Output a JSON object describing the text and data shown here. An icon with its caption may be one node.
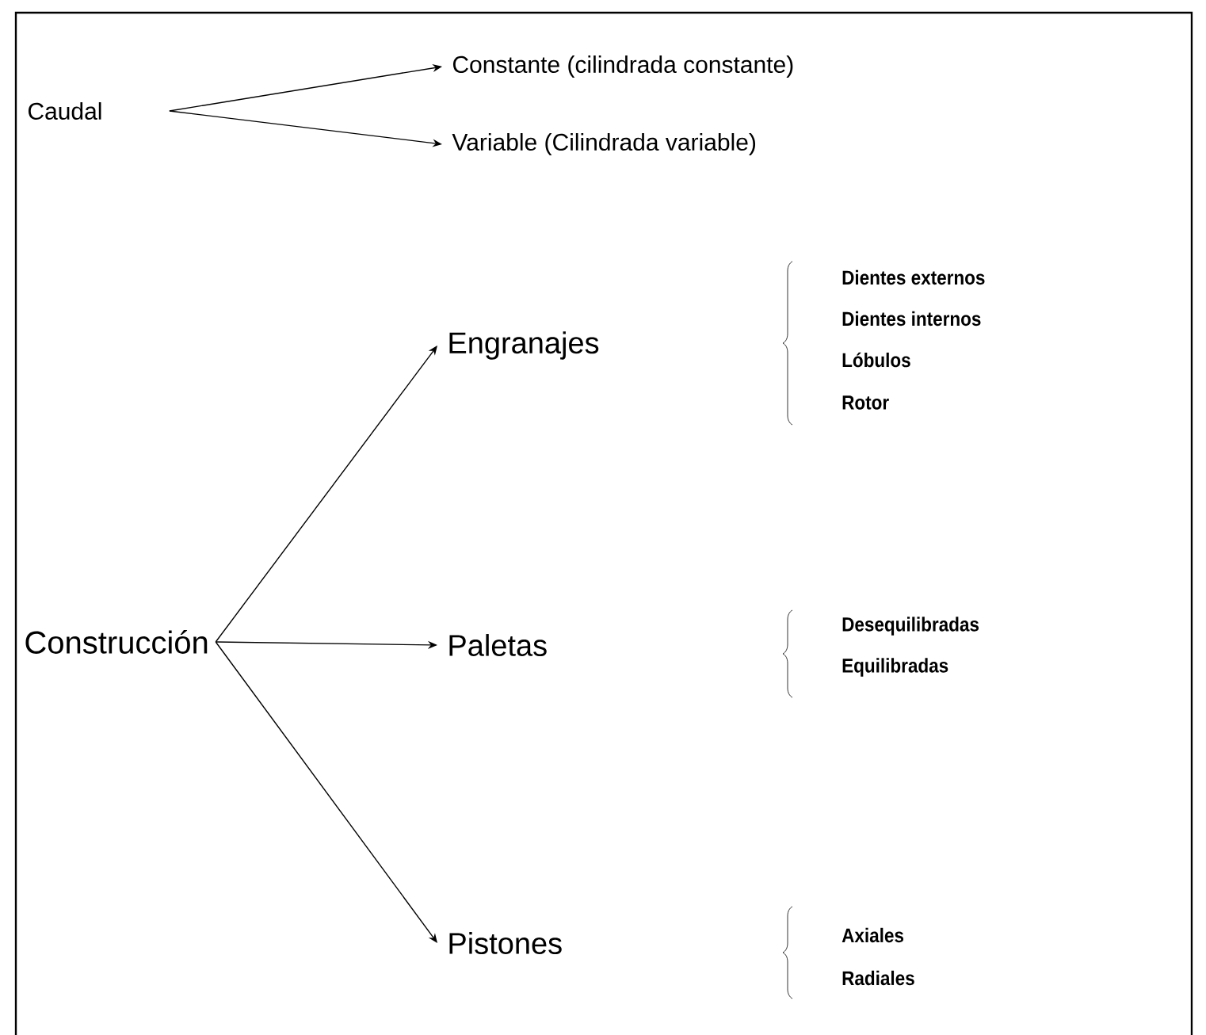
{
  "diagram": {
    "nodes": [
      {
        "text": [
          "Caudal"
        ]
      },
      {
        "text": [
          "Constante  (cilindrada constante)"
        ]
      },
      {
        "text": [
          "Variable  (Cilindrada variable)"
        ]
      },
      {
        "text": [
          "Construcción"
        ]
      },
      {
        "text": [
          "Engranajes"
        ]
      },
      {
        "text": [
          "Paletas"
        ]
      },
      {
        "text": [
          "Pistones"
        ]
      }
    ],
    "edges": [
      {
        "from": 0,
        "to": 1,
        "arrow": "to"
      },
      {
        "from": 0,
        "to": 2,
        "arrow": "to"
      },
      {
        "from": 3,
        "to": 4,
        "arrow": "to"
      },
      {
        "from": 3,
        "to": 5,
        "arrow": "to"
      },
      {
        "from": 3,
        "to": 6,
        "arrow": "to"
      }
    ],
    "labels": [
      "Dientes externos",
      "Dientes internos",
      "Lóbulos",
      "Rotor",
      "Desequilibradas",
      "Equilibradas",
      "Axiales",
      "Radiales"
    ]
  }
}
